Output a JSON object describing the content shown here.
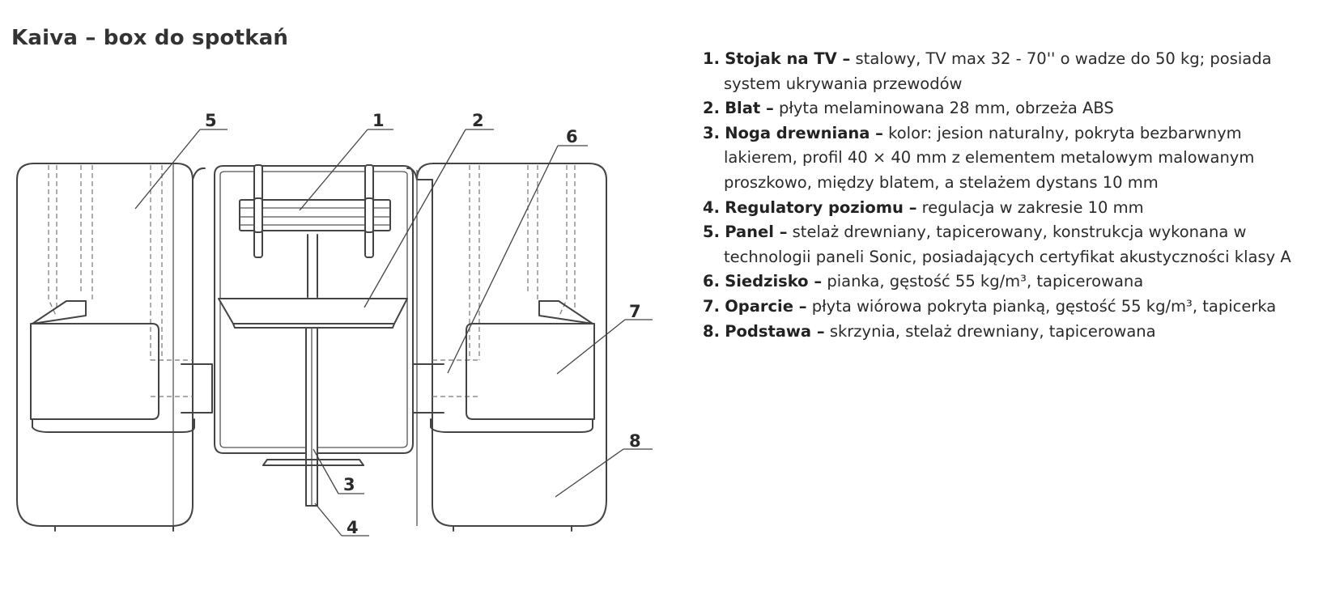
{
  "title": "Kaiva – box do spotkań",
  "callout_labels": [
    "1",
    "2",
    "3",
    "4",
    "5",
    "6",
    "7",
    "8"
  ],
  "parts": [
    {
      "num": "1.",
      "name": "Stojak na TV –",
      "desc": " stalowy, TV max 32 - 70'' o wadze do 50 kg; posiada system ukrywania przewodów"
    },
    {
      "num": "2.",
      "name": "Blat –",
      "desc": " płyta melaminowana 28 mm, obrzeża ABS"
    },
    {
      "num": "3.",
      "name": "Noga drewniana –",
      "desc": " kolor: jesion naturalny, pokryta bezbarwnym lakierem, profil 40 × 40 mm z elementem metalowym malowanym proszkowo, między blatem, a stelażem dystans 10 mm"
    },
    {
      "num": "4.",
      "name": "Regulatory poziomu –",
      "desc": " regulacja w zakresie 10 mm"
    },
    {
      "num": "5.",
      "name": "Panel –",
      "desc": " stelaż drewniany, tapicerowany, konstrukcja wykonana w technologii paneli Sonic, posiadających certyfikat akustyczności klasy A"
    },
    {
      "num": "6.",
      "name": "Siedzisko –",
      "desc": " pianka, gęstość 55 kg/m³, tapicerowana"
    },
    {
      "num": "7.",
      "name": "Oparcie –",
      "desc": " płyta wiórowa pokryta pianką, gęstość 55 kg/m³, tapicerka"
    },
    {
      "num": "8.",
      "name": "Podstawa –",
      "desc": " skrzynia, stelaż drewniany, tapicerowana"
    }
  ]
}
